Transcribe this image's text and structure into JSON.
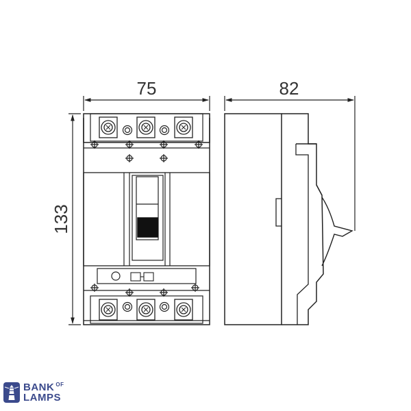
{
  "dimensions": {
    "width_front": "75",
    "depth_side": "82",
    "height": "133"
  },
  "logo": {
    "line1": "BANK",
    "line1_suffix": "OF",
    "line2": "LAMPS",
    "icon": "lighthouse-icon",
    "color": "#3b4a8c"
  }
}
